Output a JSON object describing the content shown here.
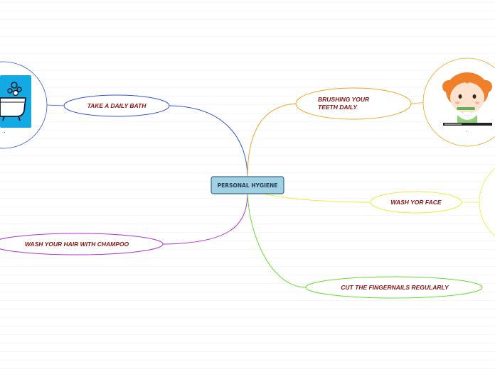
{
  "central_topic": "PERSONAL HYGIENE",
  "branches": [
    {
      "id": "bath",
      "label": "TAKE A DAILY BATH",
      "color": "#3355dd",
      "image": "bathtub-icon",
      "image_caption": "."
    },
    {
      "id": "teeth",
      "label": "BRUSHING YOUR\nTEETH DAILY",
      "color": "#f5a623",
      "image": "girl-brushing-teeth-icon",
      "image_caption": "."
    },
    {
      "id": "face",
      "label": "WASH YOR FACE",
      "color": "#e8ef3a"
    },
    {
      "id": "hair",
      "label": "WASH YOUR HAIR WITH CHAMPOO",
      "color": "#b133d9"
    },
    {
      "id": "nails",
      "label": "CUT THE FINGERNAILS REGULARLY",
      "color": "#66dd33"
    }
  ],
  "colors": {
    "center_fill": "#9fd0e3",
    "center_border": "#3a6b86",
    "bath_image_bg": "#12a9e5"
  }
}
